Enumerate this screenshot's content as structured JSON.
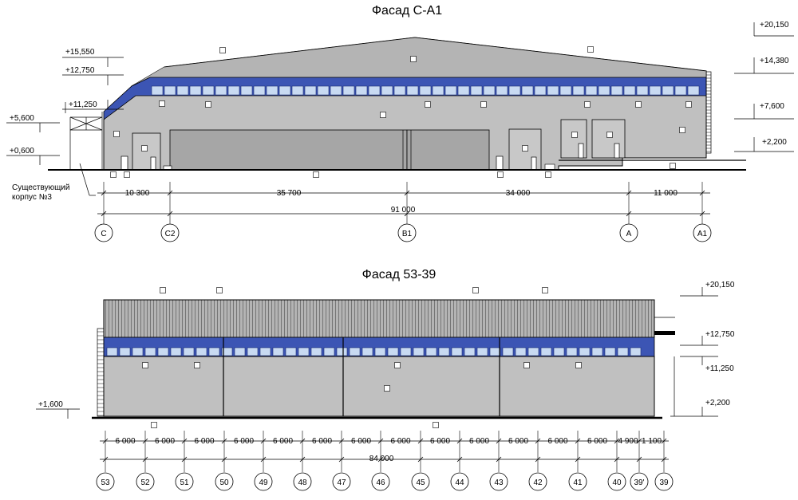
{
  "facade1": {
    "title": "Фасад С-А1",
    "levels_right": [
      "+20,150",
      "+14,380",
      "+7,600",
      "+2,200"
    ],
    "levels_left": [
      "+15,550",
      "+12,750",
      "+11,250",
      "+5,600",
      "+0,600"
    ],
    "existing_note": [
      "Существующий",
      "корпус №3"
    ],
    "dims": [
      "10 300",
      "35 700",
      "34 000",
      "11 000"
    ],
    "total": "91 000",
    "axes": [
      "С",
      "С2",
      "В1",
      "А",
      "А1"
    ]
  },
  "facade2": {
    "title": "Фасад 53-39",
    "levels_right": [
      "+20,150",
      "+12,750",
      "+11,250",
      "+2,200"
    ],
    "level_left": "+1,600",
    "dims": [
      "6 000",
      "6 000",
      "6 000",
      "6 000",
      "6 000",
      "6 000",
      "6 000",
      "6 000",
      "6 000",
      "6 000",
      "6 000",
      "6 000",
      "6 000",
      "4 900",
      "1 100"
    ],
    "total": "84 000",
    "axes": [
      "53",
      "52",
      "51",
      "50",
      "49",
      "48",
      "47",
      "46",
      "45",
      "44",
      "43",
      "42",
      "41",
      "40",
      "39'",
      "39"
    ]
  },
  "colors": {
    "wall": "#c0c0c0",
    "roof": "#b4b4b4",
    "band": "#3c55b4",
    "window": "#c8daf2",
    "gate": "#a6a6a6"
  }
}
